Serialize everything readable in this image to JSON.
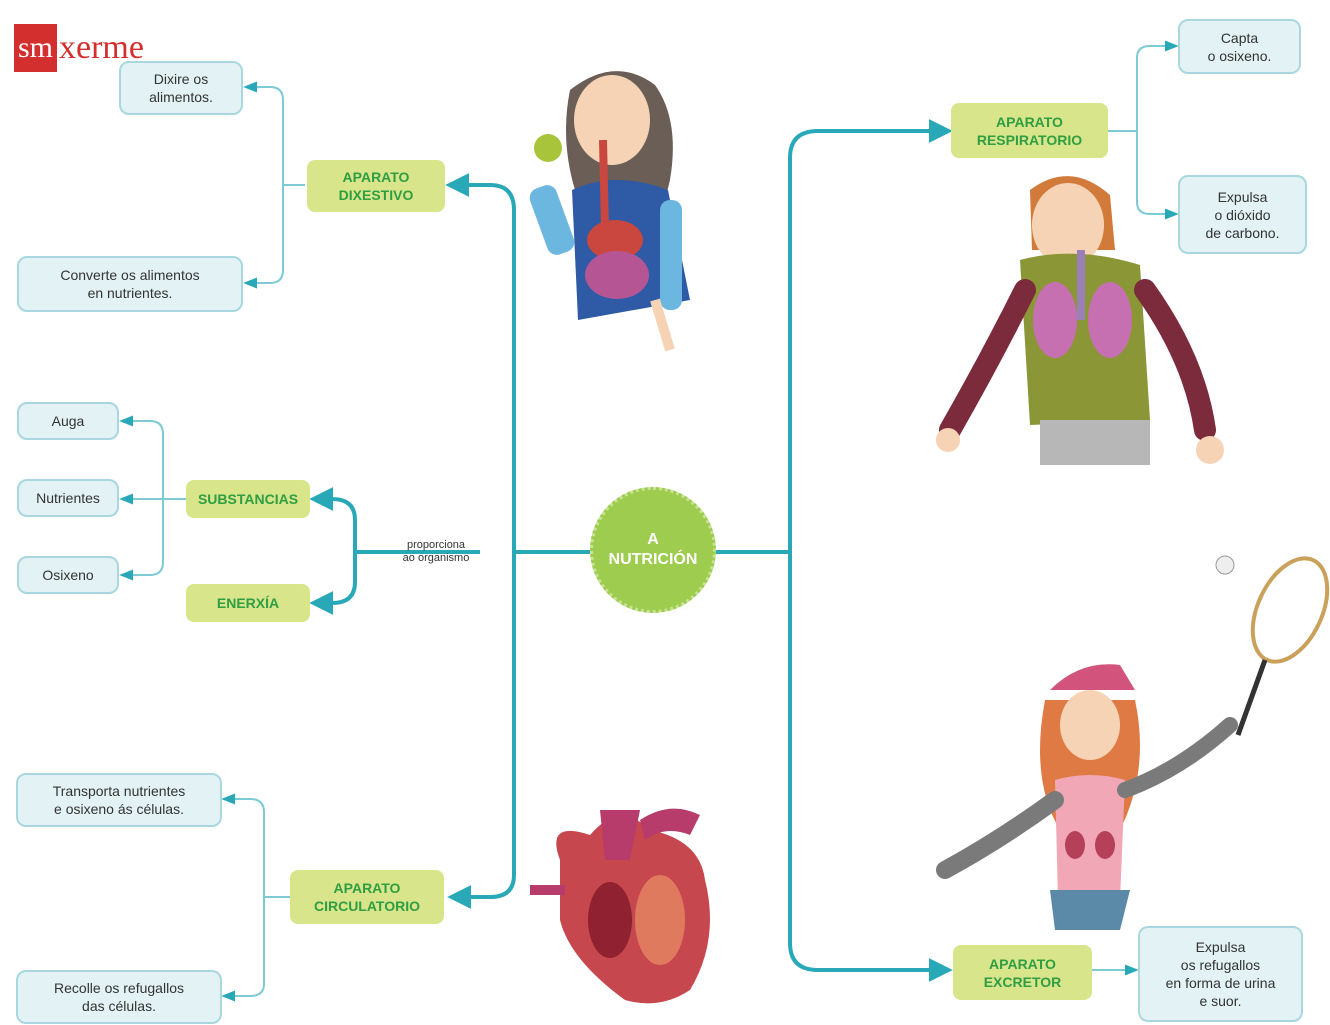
{
  "logo": {
    "brand_box": "sm",
    "brand_text": "xerme"
  },
  "center": {
    "label": "A\nNUTRICIÓN"
  },
  "connector_label": "proporciona\nao organismo",
  "systems": {
    "dixestivo": {
      "label": "APARATO\nDIXESTIVO",
      "functions": [
        "Dixire os\nalimentos.",
        "Converte os alimentos\nen nutrientes."
      ]
    },
    "respiratorio": {
      "label": "APARATO\nRESPIRATORIO",
      "functions": [
        "Capta\no osixeno.",
        "Expulsa\no dióxido\nde carbono."
      ]
    },
    "circulatorio": {
      "label": "APARATO\nCIRCULATORIO",
      "functions": [
        "Transporta nutrientes\ne osixeno ás células.",
        "Recolle os refugallos\ndas células."
      ]
    },
    "excretor": {
      "label": "APARATO\nEXCRETOR",
      "functions": [
        "Expulsa\nos refugallos\nen forma de urina\ne suor."
      ]
    }
  },
  "substancias": {
    "label": "SUBSTANCIAS",
    "items": [
      "Auga",
      "Nutrientes",
      "Osixeno"
    ]
  },
  "enerxia": {
    "label": "ENERXÍA"
  },
  "colors": {
    "line": "#29a9b8",
    "thin_line": "#7ccbd4",
    "green_box": "#d8e58a",
    "green_text": "#2f9e43",
    "center": "#9dcc4e",
    "brand": "#d32f2f"
  }
}
